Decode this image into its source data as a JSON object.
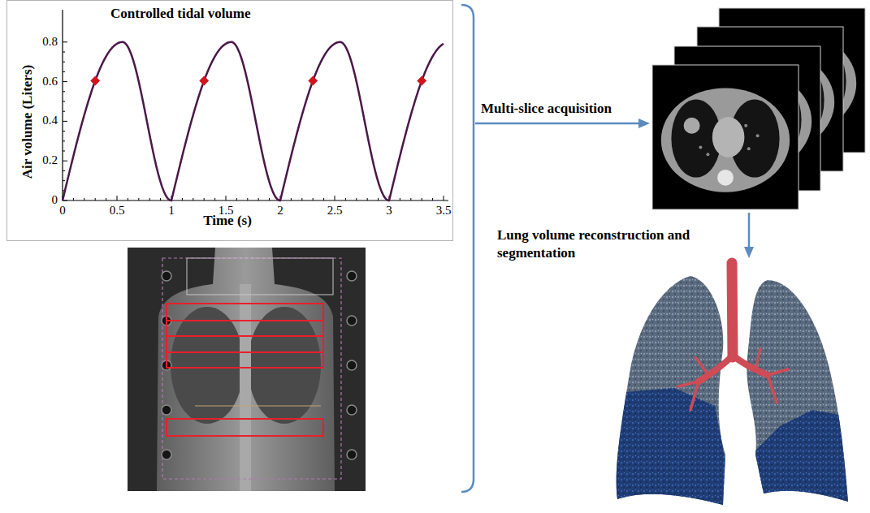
{
  "diagram": {
    "nodes": [
      {
        "text": [
          "Controlled tidal volume"
        ]
      }
    ],
    "labels": [
      "Air volume (Liters)",
      "Time (s)",
      "0",
      "0.2",
      "0.4",
      "0.6",
      "0.8",
      "0",
      "0.5",
      "1",
      "1.5",
      "2",
      "2.5",
      "3",
      "3.5",
      "Multi-slice acquisition",
      "Lung volume reconstruction and segmentation"
    ]
  }
}
